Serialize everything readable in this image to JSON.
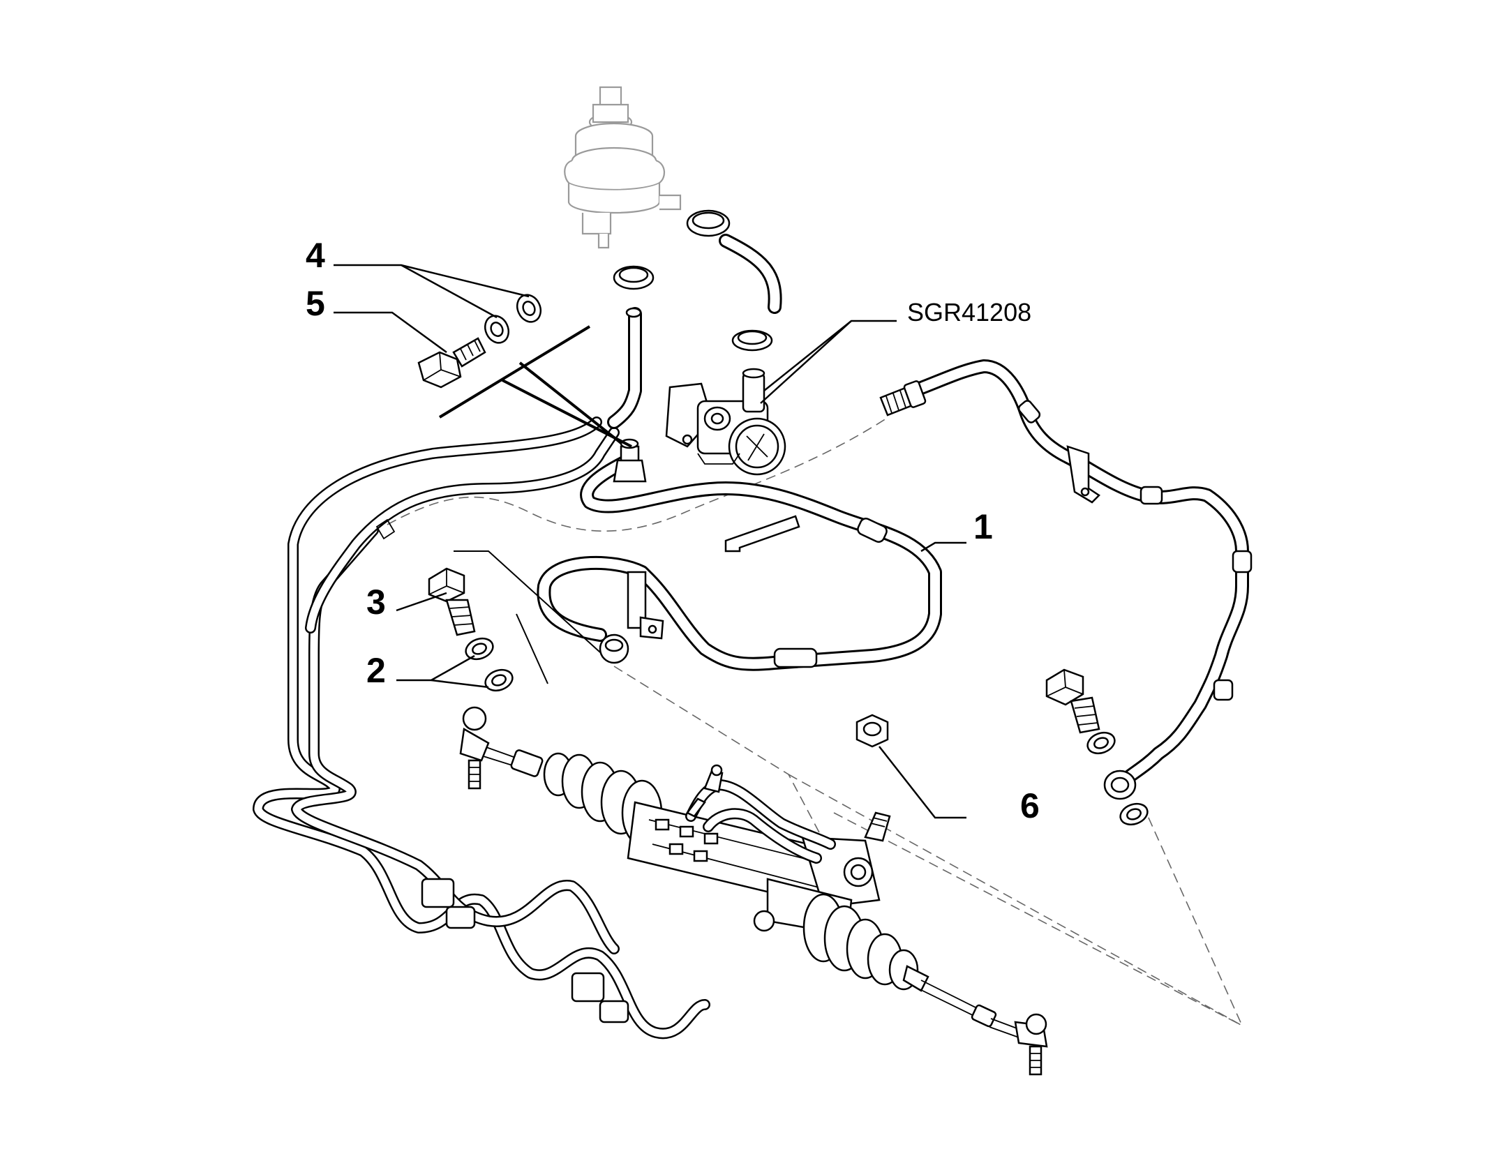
{
  "diagram": {
    "drawing_code": "SGR41208",
    "callouts": [
      {
        "id": "callout-1",
        "label": "1"
      },
      {
        "id": "callout-2",
        "label": "2"
      },
      {
        "id": "callout-3",
        "label": "3"
      },
      {
        "id": "callout-4",
        "label": "4"
      },
      {
        "id": "callout-5",
        "label": "5"
      },
      {
        "id": "callout-6",
        "label": "6"
      }
    ],
    "colors": {
      "line": "#000000",
      "ghost": "#9a9a9a",
      "background": "#ffffff"
    }
  }
}
